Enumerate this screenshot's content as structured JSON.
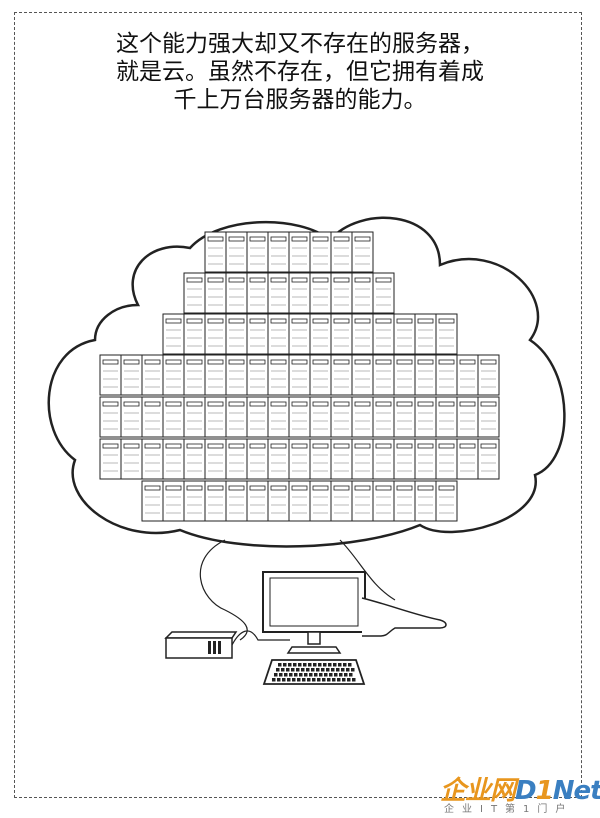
{
  "caption": {
    "line1": "这个能力强大却又不存在的服务器，",
    "line2": "就是云。虽然不存在，但它拥有着成",
    "line3": "千上万台服务器的能力。"
  },
  "logo": {
    "cn": "企业网",
    "d": "D",
    "one": "1",
    "net": "Net",
    "tagline": "企业IT第1门户"
  },
  "server_rows": [
    {
      "start": 205,
      "count": 8
    },
    {
      "start": 184,
      "count": 10
    },
    {
      "start": 163,
      "count": 14
    },
    {
      "start": 100,
      "count": 19
    },
    {
      "start": 100,
      "count": 19
    },
    {
      "start": 100,
      "count": 19
    },
    {
      "start": 142,
      "count": 15
    }
  ],
  "colors": {
    "line": "#222222",
    "server_fill": "#ffffff",
    "frame": "#555555",
    "logo_orange": "#e8961e",
    "logo_blue": "#3a7fc1"
  },
  "icons": [
    "cloud-icon",
    "server-rack-icon",
    "monitor-icon",
    "keyboard-icon",
    "desktop-case-icon",
    "hand-icon"
  ]
}
